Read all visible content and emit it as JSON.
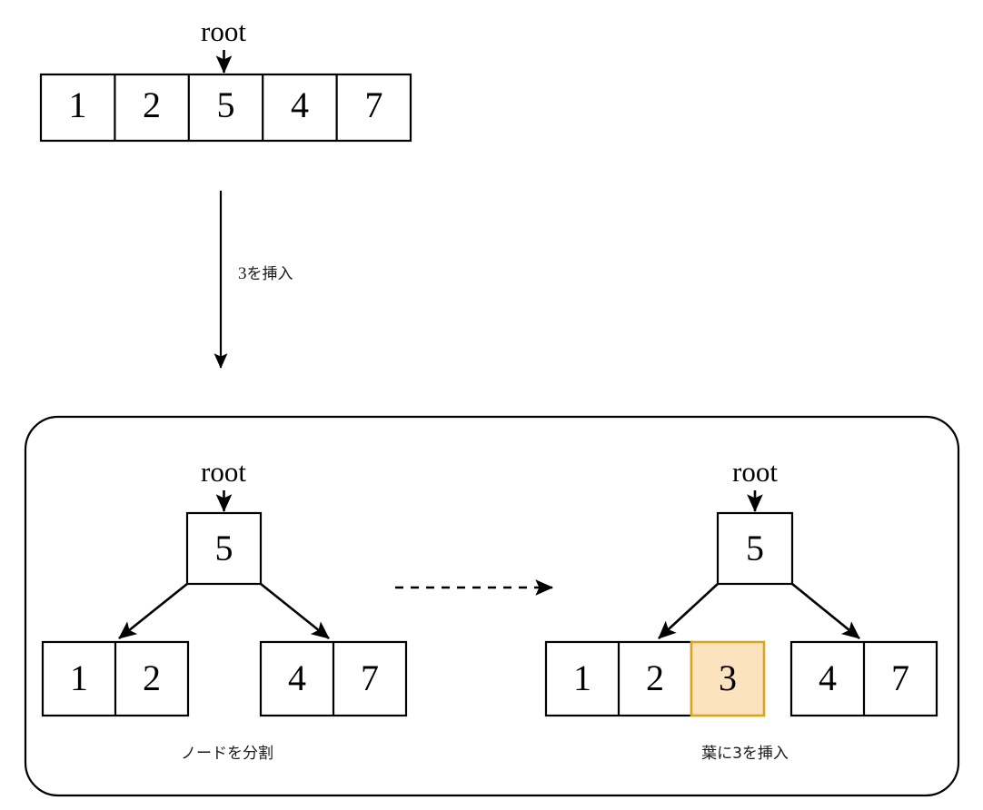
{
  "figure": {
    "title": "B-tree node split and leaf insertion",
    "background_color": "#ffffff",
    "stroke_color": "#000000",
    "highlight_fill": "#fce3c0",
    "highlight_stroke": "#d9a521"
  },
  "top_stage": {
    "pointer_label": "root",
    "array": {
      "cells": [
        {
          "value": "1"
        },
        {
          "value": "2"
        },
        {
          "value": "5"
        },
        {
          "value": "4"
        },
        {
          "value": "7"
        }
      ],
      "pointer_index": 2
    }
  },
  "transition": {
    "label_number": "3",
    "label_text": "を挿入",
    "label_full": "3 を挿入",
    "direction": "down"
  },
  "bottom_stage": {
    "panel_shape": "rounded-rectangle",
    "arrow_between": "dashed-right",
    "left_tree": {
      "pointer_label": "root",
      "root": {
        "cells": [
          {
            "value": "5"
          }
        ]
      },
      "leaves": [
        {
          "cells": [
            {
              "value": "1"
            },
            {
              "value": "2"
            }
          ]
        },
        {
          "cells": [
            {
              "value": "4"
            },
            {
              "value": "7"
            }
          ]
        }
      ],
      "caption": "ノードを分割"
    },
    "right_tree": {
      "pointer_label": "root",
      "root": {
        "cells": [
          {
            "value": "5"
          }
        ]
      },
      "leaves": [
        {
          "cells": [
            {
              "value": "1",
              "highlighted": false
            },
            {
              "value": "2",
              "highlighted": false
            },
            {
              "value": "3",
              "highlighted": true
            }
          ]
        },
        {
          "cells": [
            {
              "value": "4"
            },
            {
              "value": "7"
            }
          ]
        }
      ],
      "caption": "葉に3を挿入"
    }
  }
}
